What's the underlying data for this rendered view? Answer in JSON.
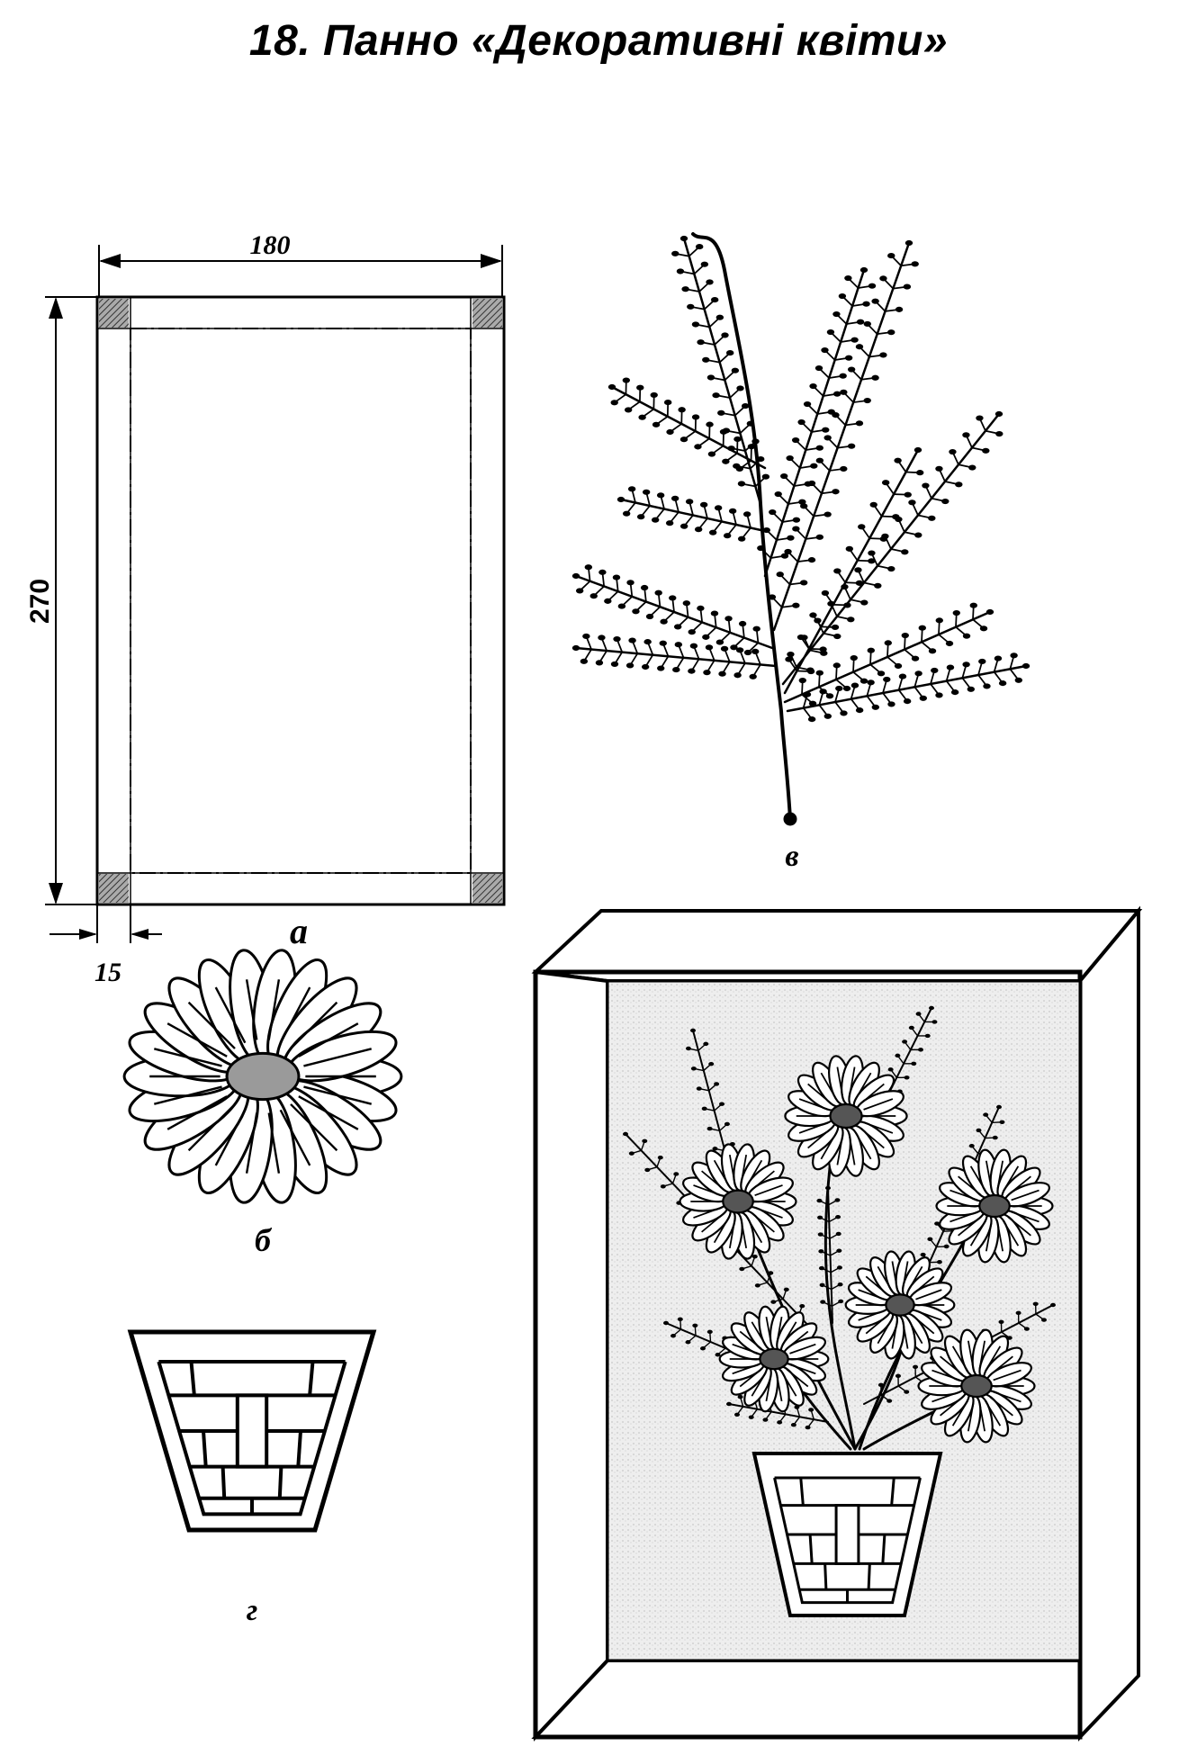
{
  "title": "18. Панно «Декоративні квіти»",
  "frame_drawing": {
    "width_dim": "180",
    "height_dim": "270",
    "bar_dim": "15",
    "label": "а"
  },
  "flower_label": "б",
  "branch_label": "в",
  "vase_label": "г"
}
